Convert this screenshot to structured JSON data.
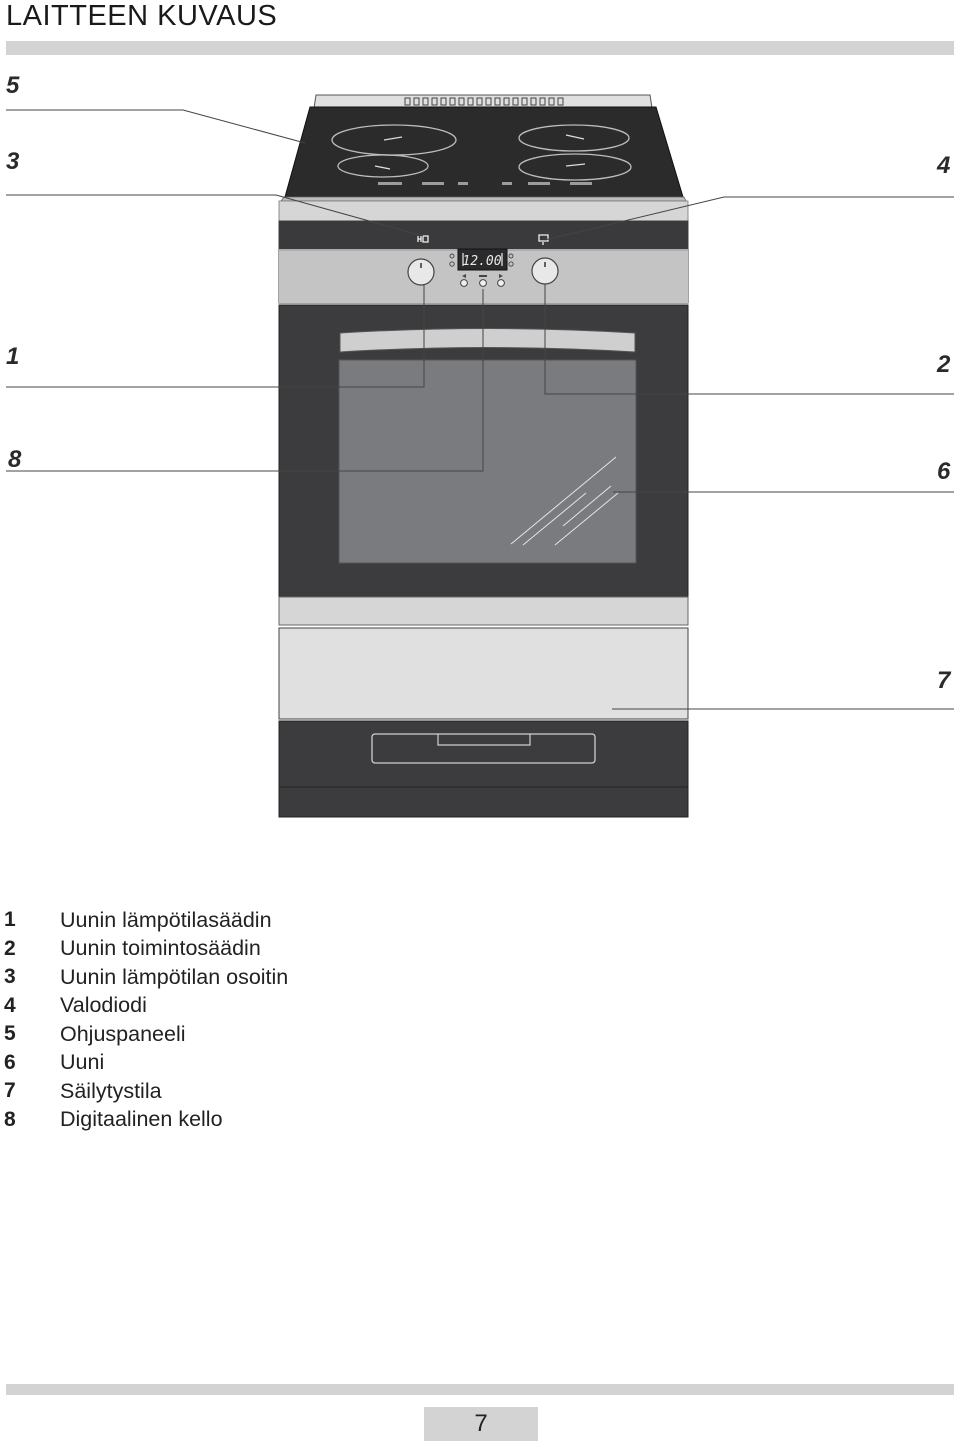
{
  "title": "LAITTEEN KUVAUS",
  "callouts": {
    "c5": "5",
    "c3": "3",
    "c4": "4",
    "c1": "1",
    "c2": "2",
    "c8": "8",
    "c6": "6",
    "c7": "7"
  },
  "display": {
    "clock": "12.00"
  },
  "legend": [
    {
      "num": "1",
      "text": "Uunin lämpötilasäädin"
    },
    {
      "num": "2",
      "text": "Uunin toimintosäädin"
    },
    {
      "num": "3",
      "text": "Uunin lämpötilan osoitin"
    },
    {
      "num": "4",
      "text": "Valodiodi"
    },
    {
      "num": "5",
      "text": "Ohjuspaneeli"
    },
    {
      "num": "6",
      "text": "Uuni"
    },
    {
      "num": "7",
      "text": "Säilytystila"
    },
    {
      "num": "8",
      "text": "Digitaalinen kello"
    }
  ],
  "page_number": "7",
  "colors": {
    "rule_gray": "#d3d3d3",
    "cooktop": "#2b2b2b",
    "oven_frame": "#3c3c3e",
    "oven_glass": "#7a7b7e",
    "panel_steel": "#c9c9c9"
  }
}
